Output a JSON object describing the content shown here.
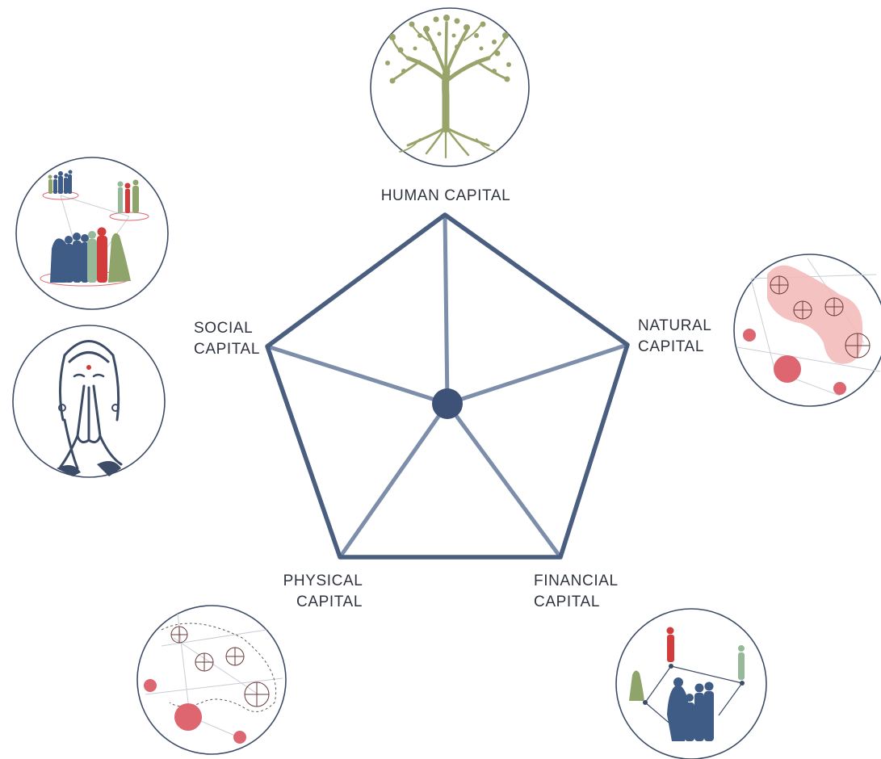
{
  "diagram": {
    "labels": {
      "human": "HUMAN CAPITAL",
      "natural_1": "NATURAL",
      "natural_2": "CAPITAL",
      "social_1": "SOCIAL",
      "social_2": "CAPITAL",
      "physical_1": "PHYSICAL",
      "physical_2": "CAPITAL",
      "financial_1": "FINANCIAL",
      "financial_2": "CAPITAL"
    },
    "illustrations": {
      "human": "tree-illustration",
      "social_a": "community-groups-illustration",
      "social_b": "namaste-woman-illustration",
      "natural": "land-resource-map-illustration",
      "physical": "infrastructure-map-illustration",
      "financial": "network-people-illustration"
    }
  },
  "colors": {
    "outline": "#4a5e80",
    "spoke": "#7d8eab",
    "center": "#3d5276",
    "circle_stroke": "#3d4c66",
    "tree": "#98a46a",
    "people_blue": "#3f5c86",
    "people_red": "#d23c3a",
    "people_green": "#8ea46a",
    "people_sage": "#98b89a",
    "dot_red": "#dd6670",
    "blob_pink": "#f3b7b7"
  }
}
